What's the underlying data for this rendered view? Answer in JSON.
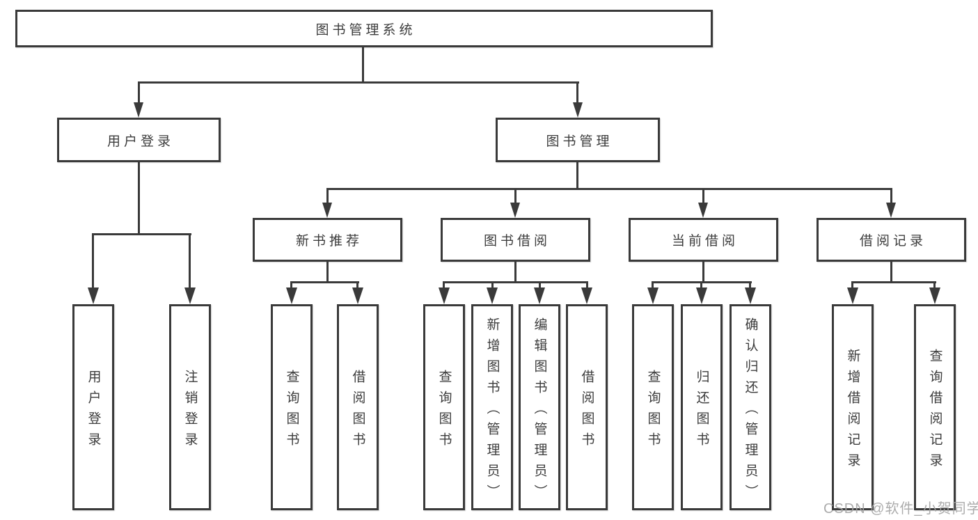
{
  "colors": {
    "line": "#3a3a3a",
    "text": "#3c3c3c",
    "watermark": "#a5a5a5",
    "background": "#ffffff"
  },
  "root": {
    "label": "图书管理系统"
  },
  "level1": {
    "user_login": {
      "label": "用户登录"
    },
    "book_management": {
      "label": "图书管理"
    }
  },
  "level2": {
    "new_book_recommend": {
      "label": "新书推荐"
    },
    "book_borrowing": {
      "label": "图书借阅"
    },
    "current_borrowing": {
      "label": "当前借阅"
    },
    "borrowing_records": {
      "label": "借阅记录"
    }
  },
  "leaves": {
    "user_login": [
      "用户登录",
      "注销登录"
    ],
    "new_book_recommend": [
      "查询图书",
      "借阅图书"
    ],
    "book_borrowing": [
      "查询图书",
      "新增图书（管理员）",
      "编辑图书（管理员）",
      "借阅图书"
    ],
    "current_borrowing": [
      "查询图书",
      "归还图书",
      "确认归还（管理员）"
    ],
    "borrowing_records": [
      "新增借阅记录",
      "查询借阅记录"
    ]
  },
  "watermark": "CSDN @软件_小贺同学"
}
